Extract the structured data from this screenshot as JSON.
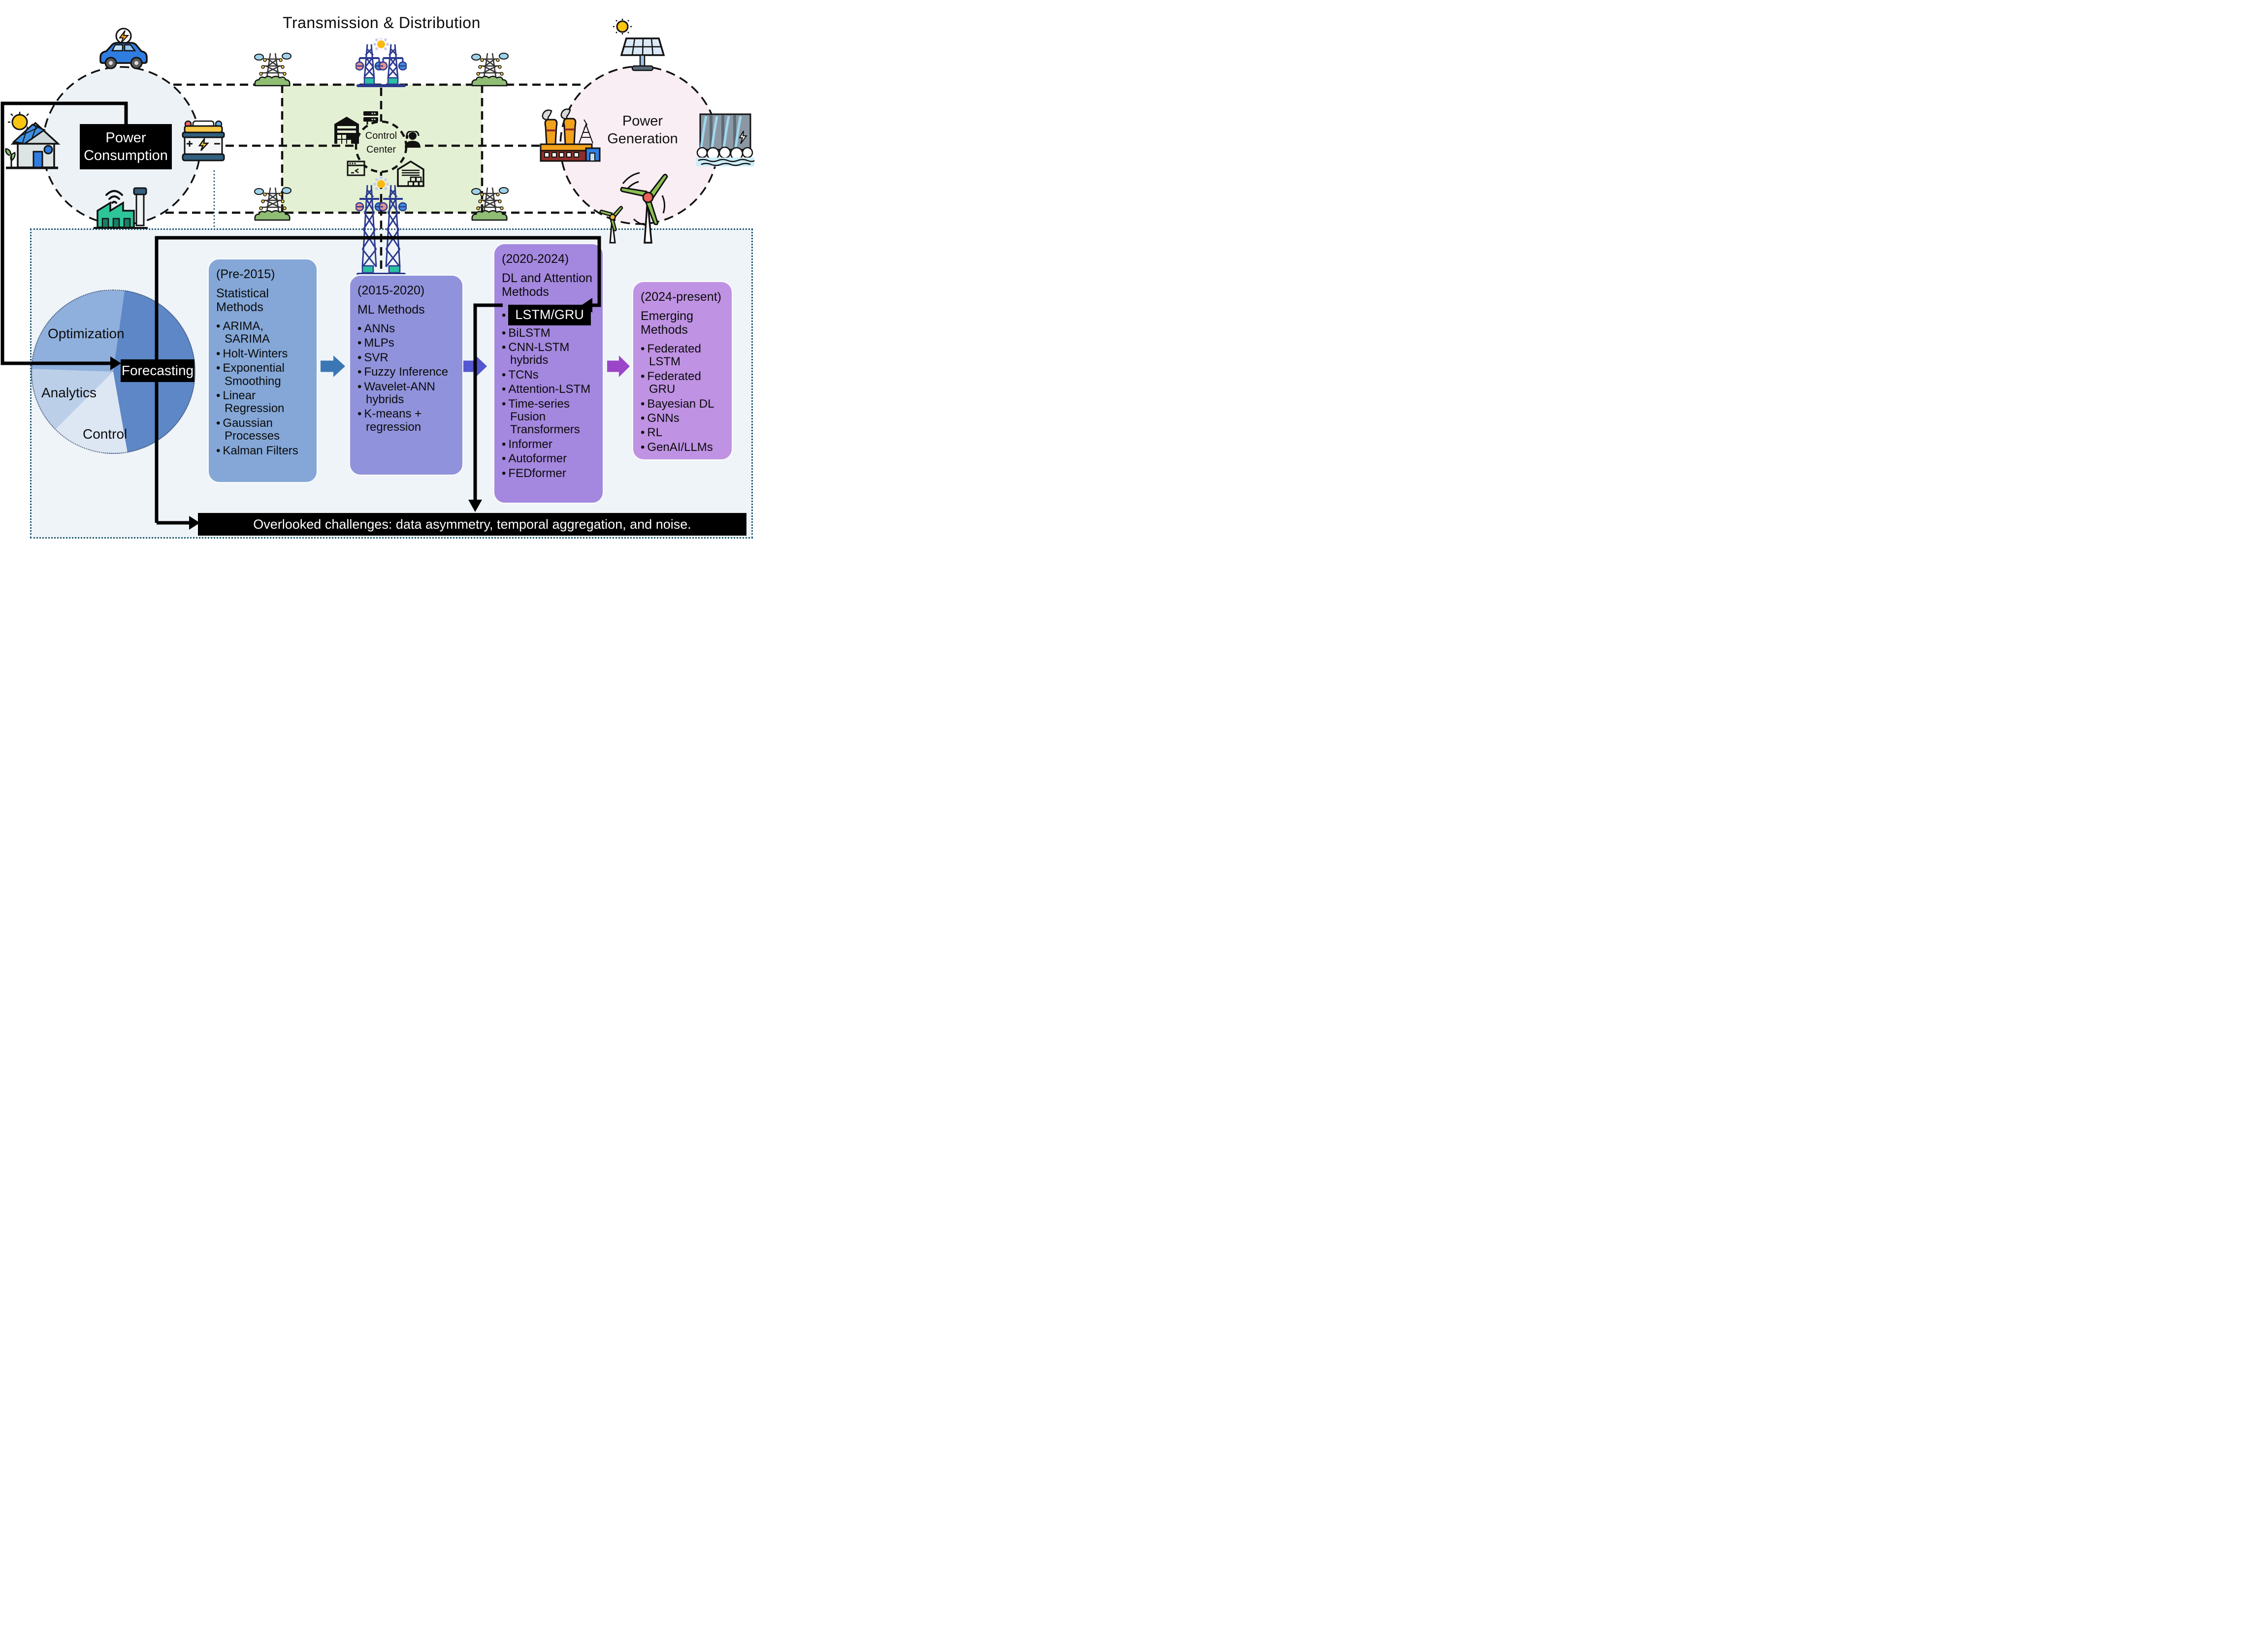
{
  "diagram": {
    "title": "Transmission & Distribution",
    "consumption": {
      "line1": "Power",
      "line2": "Consumption"
    },
    "generation": {
      "line1": "Power",
      "line2": "Generation"
    },
    "control_center": {
      "line1": "Control",
      "line2": "Center"
    },
    "icons": {
      "consumption": [
        "ev-car-icon",
        "solar-house-icon",
        "battery-icon",
        "smart-factory-icon"
      ],
      "transmission": [
        "pylon-pair-icon",
        "corner-pylon-icon",
        "server-icon",
        "warehouse-icon",
        "operator-icon",
        "terminal-icon",
        "storage-icon",
        "sun-icon",
        "cloud-icon"
      ],
      "generation": [
        "solar-panel-icon",
        "thermal-plant-icon",
        "hydro-dam-icon",
        "wind-turbine-icon"
      ]
    }
  },
  "colors": {
    "panel_bg": "#eff4f9",
    "consumption_circle": "#edf2f7",
    "generation_circle": "#f9eef3",
    "td_box": "#e4f0d3",
    "label_bg": "#000000"
  },
  "pie": {
    "start_deg": 8,
    "slices": [
      {
        "label": "Forecasting",
        "deg": 162,
        "color": "#5d87c6"
      },
      {
        "label": "Control",
        "deg": 55,
        "color": "#dde6f3"
      },
      {
        "label": "Analytics",
        "deg": 47,
        "color": "#bccfe9"
      },
      {
        "label": "Optimization",
        "deg": 96,
        "color": "#8fb0dc"
      }
    ]
  },
  "timeline": {
    "boxes": [
      {
        "era": "(Pre-2015)",
        "heading": "Statistical Methods",
        "color": "#84a7d7",
        "items": [
          "ARIMA, SARIMA",
          "Holt-Winters",
          "Exponential Smoothing",
          "Linear Regression",
          "Gaussian Processes",
          "Kalman Filters"
        ]
      },
      {
        "era": "(2015-2020)",
        "heading": "ML Methods",
        "color": "#9092db",
        "items": [
          "ANNs",
          "MLPs",
          "SVR",
          "Fuzzy Inference",
          "Wavelet-ANN hybrids",
          "K-means + regression"
        ]
      },
      {
        "era": "(2020-2024)",
        "heading": "DL and Attention Methods",
        "color": "#a487de",
        "highlight": "LSTM/GRU",
        "items": [
          "BiLSTM",
          "CNN-LSTM hybrids",
          "TCNs",
          "Attention-LSTM",
          "Time-series Fusion Transformers",
          "Informer",
          "Autoformer",
          "FEDformer"
        ]
      },
      {
        "era": "(2024-present)",
        "heading": "Emerging Methods",
        "color": "#bf92e3",
        "items": [
          "Federated LSTM",
          "Federated GRU",
          "Bayesian DL",
          "GNNs",
          "RL",
          "GenAI/LLMs"
        ]
      }
    ],
    "arrows": [
      {
        "color": "#3b77b5"
      },
      {
        "color": "#5457cf"
      },
      {
        "color": "#9b45c9"
      }
    ]
  },
  "challenges": {
    "text": "Overlooked challenges: data asymmetry, temporal aggregation, and noise."
  }
}
